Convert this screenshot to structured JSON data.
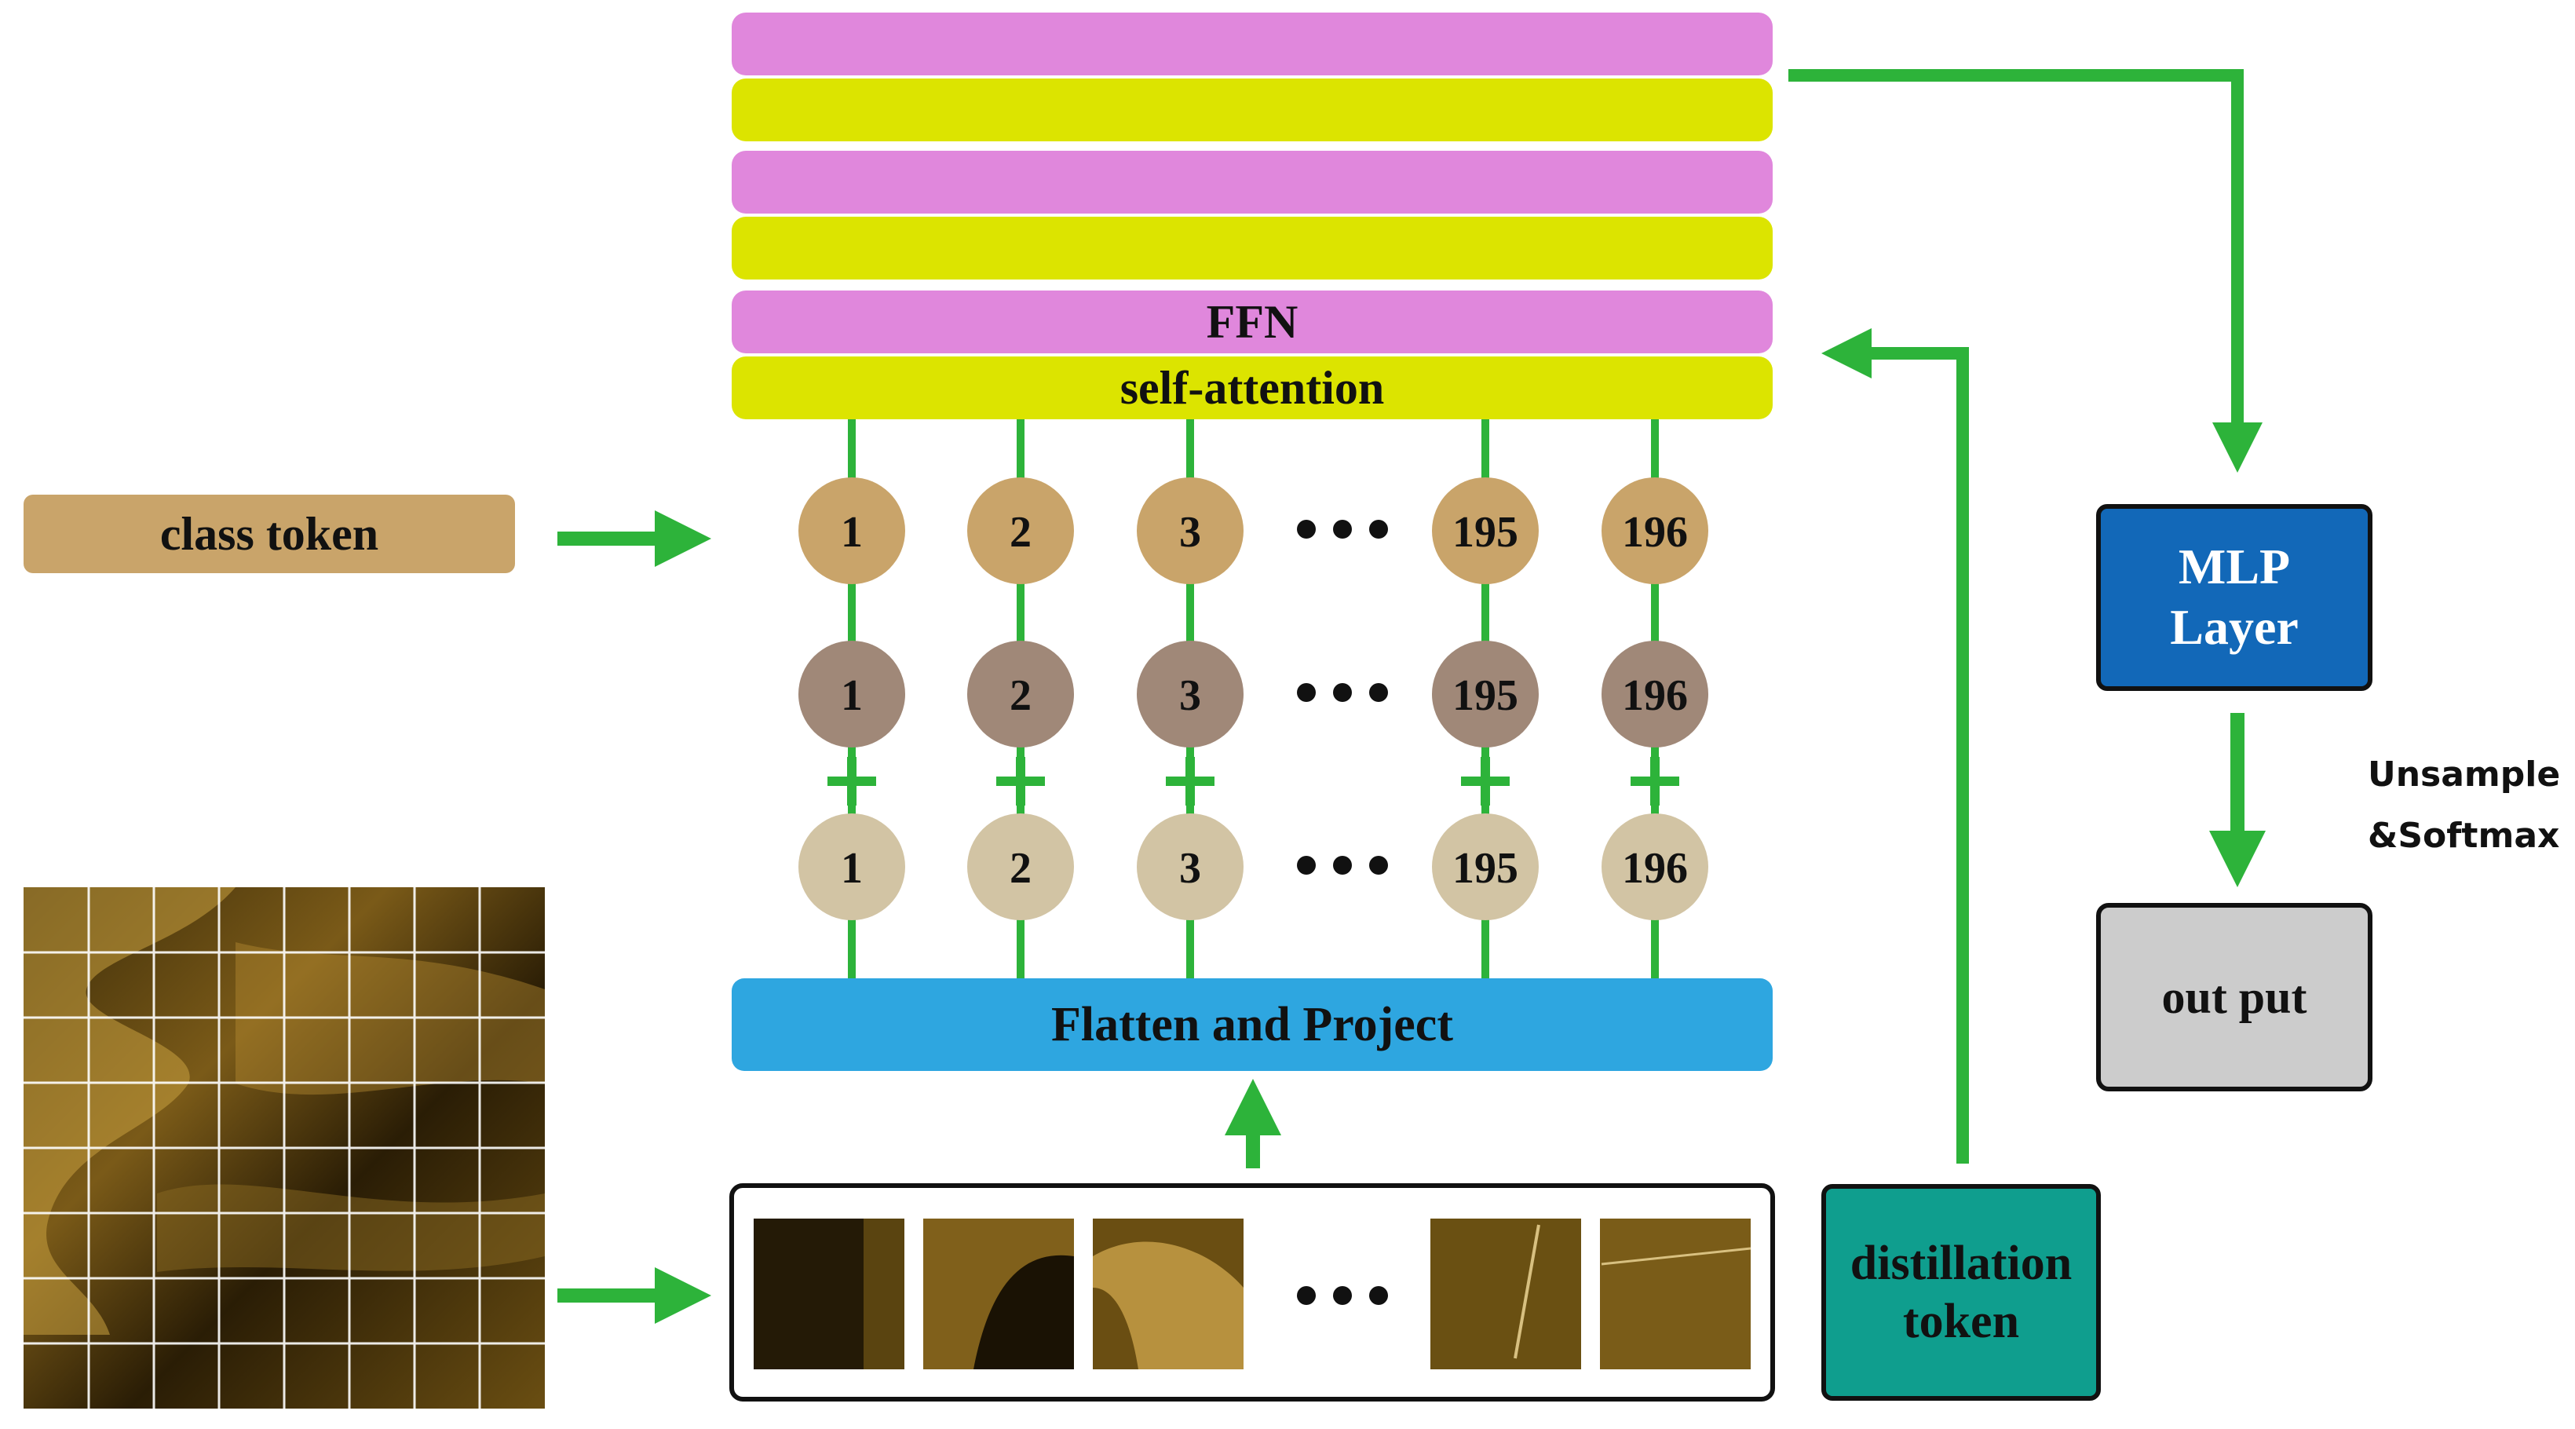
{
  "layers": {
    "ffn_label": "FFN",
    "attention_label": "self-attention"
  },
  "class_token": "class token",
  "flatten_label": "Flatten and Project",
  "mlp_label_line1": "MLP",
  "mlp_label_line2": "Layer",
  "softmax_line1": "Unsample",
  "softmax_line2": "&Softmax",
  "output_label": "out put",
  "distill_line1": "distillation",
  "distill_line2": "token",
  "columns": [
    "1",
    "2",
    "3",
    "195",
    "196"
  ],
  "colors": {
    "arrow": "#2db33a",
    "ffn": "#e087dc",
    "attention": "#dce400",
    "class_token": "#c9a46a",
    "pos_embed": "#a08878",
    "patch_embed": "#d2c4a4",
    "flatten": "#2ea6e0",
    "mlp": "#1268b8",
    "output": "#cccccc",
    "distill": "#0f9e8e"
  }
}
